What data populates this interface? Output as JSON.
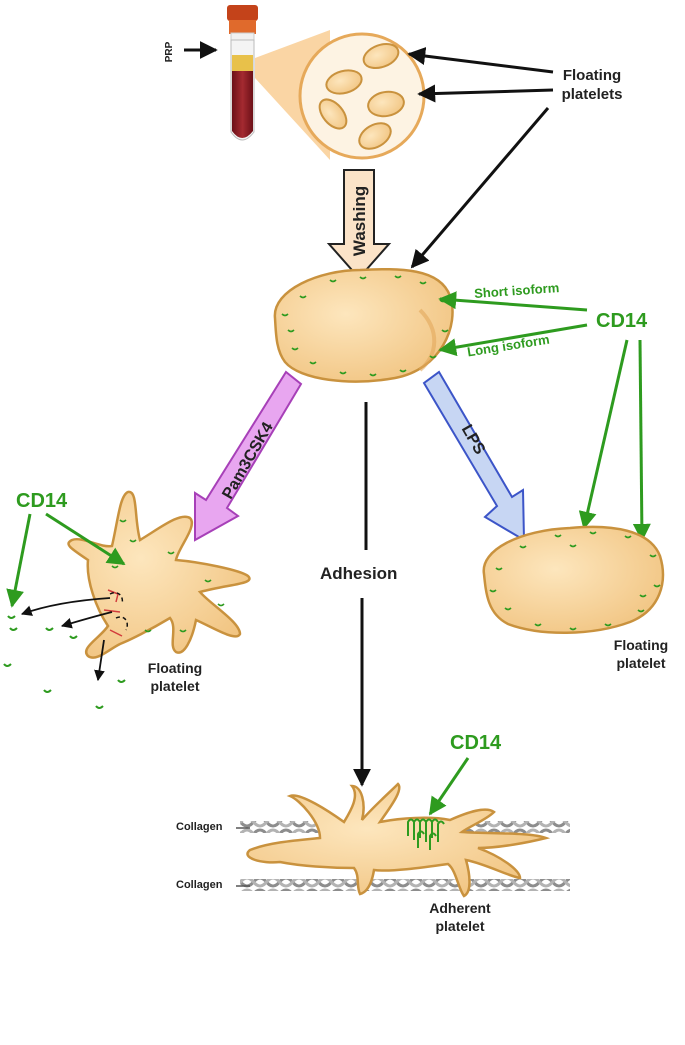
{
  "labels": {
    "prp": "PRP",
    "floating_top_line1": "Floating",
    "floating_top_line2": "platelets",
    "washing": "Washing",
    "short_isoform": "Short isoform",
    "long_isoform": "Long isoform",
    "cd14_right": "CD14",
    "pam3csk4": "Pam3CSK4",
    "lps": "LPS",
    "cd14_left": "CD14",
    "adhesion": "Adhesion",
    "floating_left_line1": "Floating",
    "floating_left_line2": "platelet",
    "floating_right_line1": "Floating",
    "floating_right_line2": "platelet",
    "cd14_bottom": "CD14",
    "collagen_top": "Collagen",
    "collagen_bottom": "Collagen",
    "adherent_line1": "Adherent",
    "adherent_line2": "platelet"
  },
  "colors": {
    "platelet_fill": "#f8d9a4",
    "platelet_stroke": "#c9923e",
    "cd14_green": "#2e9b1f",
    "pam_arrow": "#e8a6f0",
    "lps_arrow": "#c7d6f3",
    "washing_arrow": "#fbe3c8",
    "blood": "#8c1d24",
    "plasma": "#e8c14a",
    "cap": "#d7541c"
  }
}
